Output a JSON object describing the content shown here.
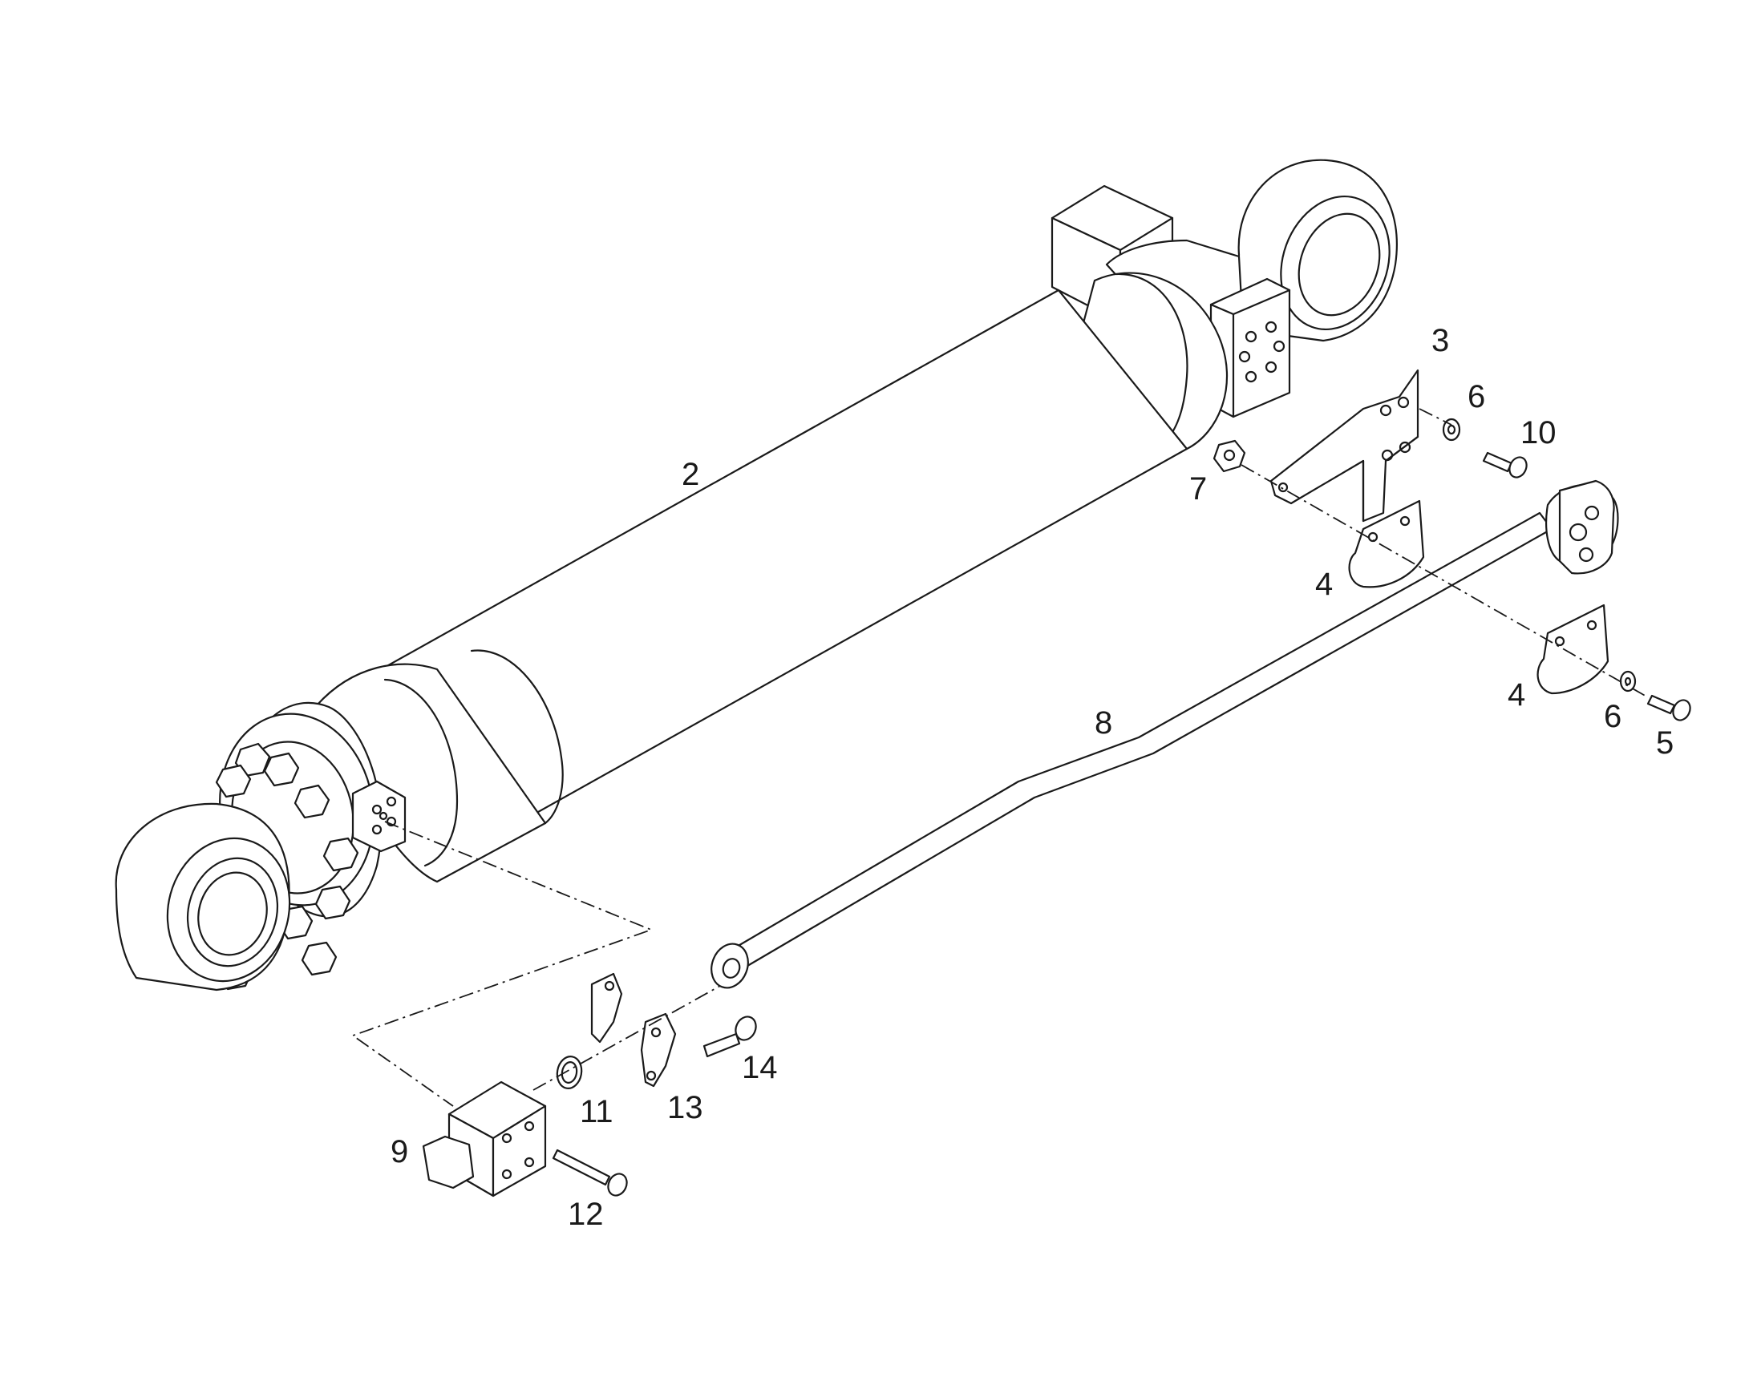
{
  "diagram": {
    "type": "exploded-parts-view",
    "line_color": "#1a1a1a",
    "background": "#ffffff",
    "callouts": [
      {
        "id": "2",
        "label": "2"
      },
      {
        "id": "3",
        "label": "3"
      },
      {
        "id": "4a",
        "label": "4"
      },
      {
        "id": "4b",
        "label": "4"
      },
      {
        "id": "5",
        "label": "5"
      },
      {
        "id": "6a",
        "label": "6"
      },
      {
        "id": "6b",
        "label": "6"
      },
      {
        "id": "7",
        "label": "7"
      },
      {
        "id": "8",
        "label": "8"
      },
      {
        "id": "9",
        "label": "9"
      },
      {
        "id": "10",
        "label": "10"
      },
      {
        "id": "11",
        "label": "11"
      },
      {
        "id": "12",
        "label": "12"
      },
      {
        "id": "13",
        "label": "13"
      },
      {
        "id": "14",
        "label": "14"
      }
    ]
  }
}
